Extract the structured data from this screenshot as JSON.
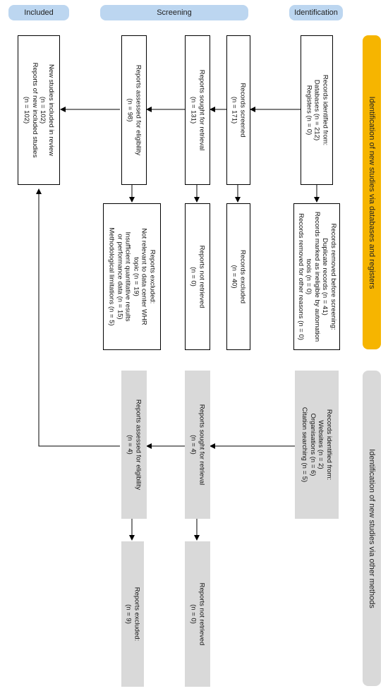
{
  "headers": {
    "included": "Included",
    "screening": "Screening",
    "identification": "Identification"
  },
  "side_labels": {
    "databases": "Identification of new studies via databases and registers",
    "other": "Identification of new studies via other methods"
  },
  "boxes": {
    "records_identified": [
      "Records identified from:",
      "Databases (n = 212)",
      "Registers (n = 0)"
    ],
    "records_removed": [
      "Records removed before screening:",
      "Duplicate records (n = 41)",
      "Records marked as ineligible by automation",
      "tools (n = 0)",
      "Records removed for other reasons (n = 0)"
    ],
    "records_screened": [
      "Records screened",
      "(n = 171)"
    ],
    "records_excluded": [
      "Records excluded",
      "(n = 40)"
    ],
    "sought_db": [
      "Reports sought for retrieval",
      "(n = 131)"
    ],
    "not_retrieved_db": [
      "Reports not retrieved",
      "(n = 0)"
    ],
    "assessed_db": [
      "Reports assessed for eligibility",
      "(n = 98)"
    ],
    "excluded_reports_db": [
      "Reports excluded:",
      "Not relevant to data center WHR",
      "topic (n = 19)",
      "Insufficient quantitative results",
      "or performance data (n = 15)",
      "Methodological limitations (n = 5)"
    ],
    "included": [
      "New studies included in review",
      "(n = 102)",
      "Reports of new included studies",
      "(n = 102)"
    ],
    "identified_other": [
      "Records identified from:",
      "Websites (n = 2)",
      "Organisations (n = 6)",
      "Citation searching (n = 5)"
    ],
    "sought_other": [
      "Reports sought for retrieval",
      "(n = 4)"
    ],
    "not_retrieved_other": [
      "Reports not retrieved",
      "(n = 0)"
    ],
    "assessed_other": [
      "Reports assessed for eligibility",
      "(n = 4)"
    ],
    "excluded_other": [
      "Reports excluded:",
      "(n = 9)"
    ]
  },
  "colors": {
    "header_blue": "#bcd6f0",
    "orange": "#f6b500",
    "gray": "#d9d9d9",
    "line": "#000000"
  }
}
